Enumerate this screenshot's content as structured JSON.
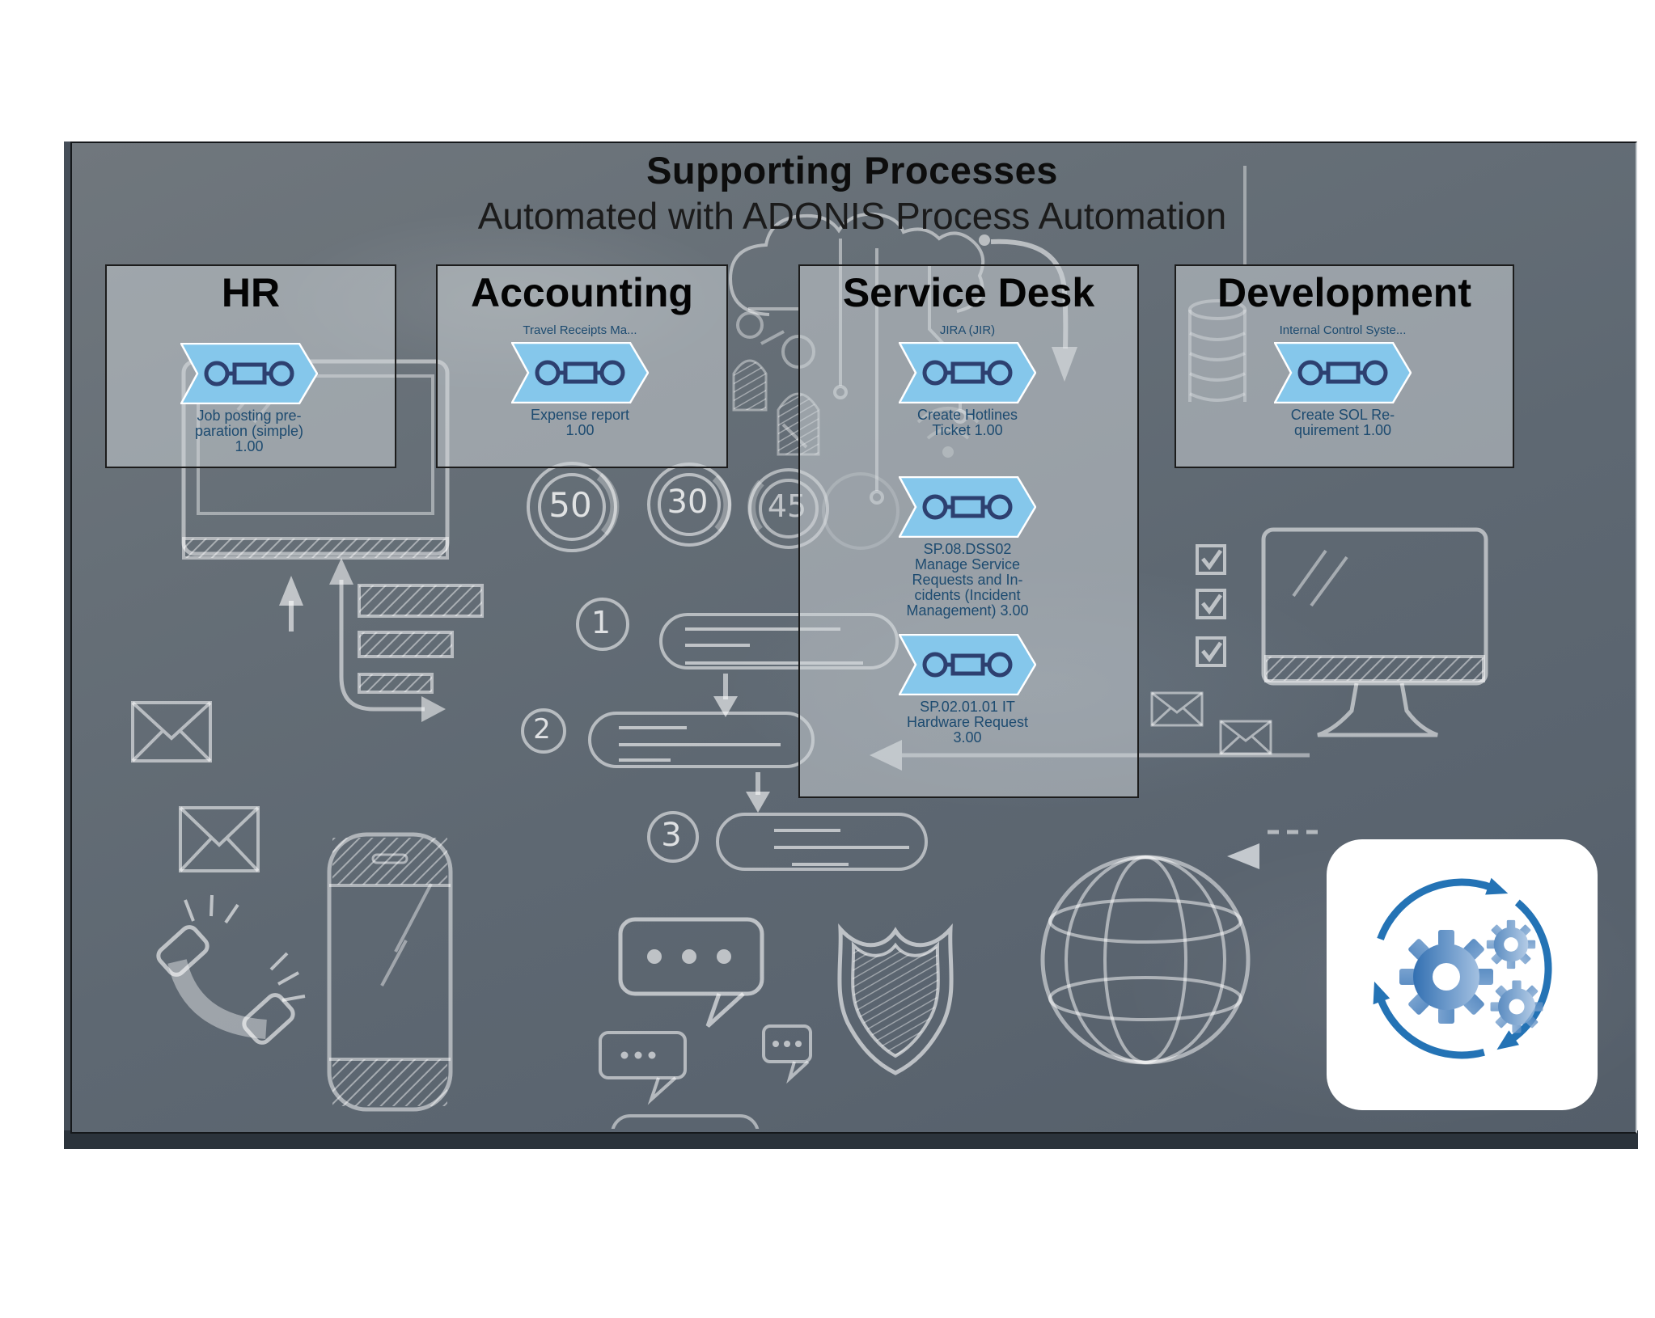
{
  "header": {
    "title": "Supporting Processes",
    "subtitle": "Automated with ADONIS Process Automation"
  },
  "lanes": [
    {
      "title": "HR",
      "processes": [
        {
          "app_label": "",
          "name": "Job posting pre-\nparation (simple)\n1.00"
        }
      ]
    },
    {
      "title": "Accounting",
      "processes": [
        {
          "app_label": "Travel Receipts Ma...",
          "name": "Expense report\n1.00"
        }
      ]
    },
    {
      "title": "Service Desk",
      "processes": [
        {
          "app_label": "JIRA (JIR)",
          "name": "Create Hotlines\nTicket 1.00"
        },
        {
          "app_label": "",
          "name": "SP.08.DSS02\nManage Service\nRequests and In-\ncidents (Incident\nManagement) 3.00"
        },
        {
          "app_label": "",
          "name": "SP.02.01.01 IT\nHardware Request\n3.00"
        }
      ]
    },
    {
      "title": "Development",
      "processes": [
        {
          "app_label": "Internal Control Syste...",
          "name": "Create SOL Re-\nquirement 1.00"
        }
      ]
    }
  ],
  "chalk_numbers": {
    "badges": [
      "50",
      "30",
      "45"
    ],
    "steps": [
      "1",
      "2",
      "3"
    ]
  },
  "logo": {
    "icon": "gears-cycle-icon"
  },
  "colors": {
    "banner_fill": "#85c7eb",
    "banner_glyph": "#2d4070",
    "process_text": "#1d4b70",
    "logo_blue": "#2473b5",
    "lane_border": "#1c1c1c"
  }
}
